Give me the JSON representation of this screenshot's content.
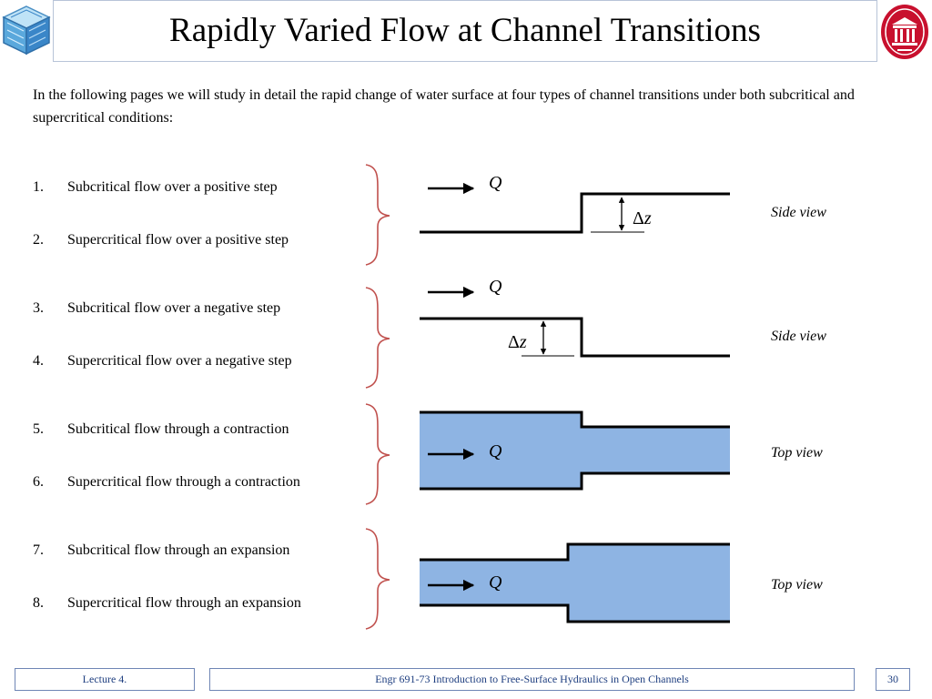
{
  "header": {
    "title": "Rapidly Varied Flow at Channel Transitions"
  },
  "intro": "In the following pages we will study in detail the rapid change of water surface at four types of channel transitions under both subcritical and supercritical conditions:",
  "items": [
    {
      "num": "1.",
      "label": "Subcritical flow over a positive step"
    },
    {
      "num": "2.",
      "label": "Supercritical flow over a positive step"
    },
    {
      "num": "3.",
      "label": "Subcritical flow over a negative step"
    },
    {
      "num": "4.",
      "label": "Supercritical flow over a negative step"
    },
    {
      "num": "5.",
      "label": "Subcritical flow through a contraction"
    },
    {
      "num": "6.",
      "label": "Supercritical flow through a contraction"
    },
    {
      "num": "7.",
      "label": "Subcritical flow through an expansion"
    },
    {
      "num": "8.",
      "label": "Supercritical flow through an expansion"
    }
  ],
  "diagrams": {
    "flow_label": "Q",
    "delta": "Δ",
    "z": "z",
    "side_view": "Side view",
    "top_view": "Top view"
  },
  "footer": {
    "lecture": "Lecture 4.",
    "course": "Engr 691-73 Introduction to Free-Surface Hydraulics in Open Channels",
    "page": "30"
  },
  "colors": {
    "water_fill": "#8eb4e3",
    "bracket": "#c0504d",
    "accent_border": "#6f86b5"
  }
}
